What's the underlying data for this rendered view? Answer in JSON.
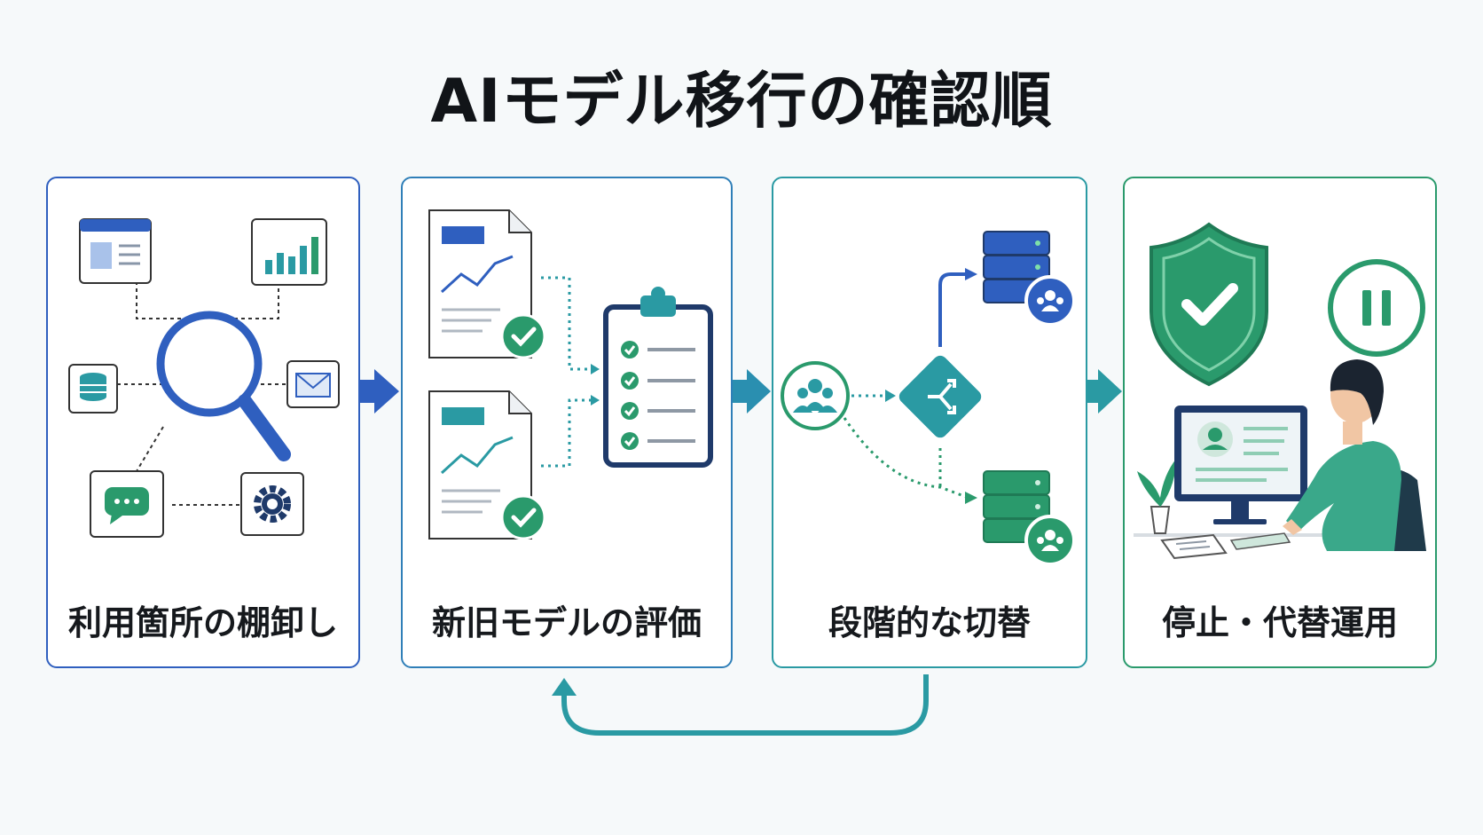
{
  "title": "AIモデル移行の確認順",
  "steps": [
    {
      "label": "利用箇所の棚卸し"
    },
    {
      "label": "新旧モデルの評価"
    },
    {
      "label": "段階的な切替"
    },
    {
      "label": "停止・代替運用"
    }
  ],
  "colors": {
    "blue": "#2f5fbf",
    "blue_dark": "#1f3a6a",
    "teal": "#2a9aa3",
    "green": "#2a9a6c",
    "green_dark": "#1f7a55",
    "text": "#111418"
  }
}
